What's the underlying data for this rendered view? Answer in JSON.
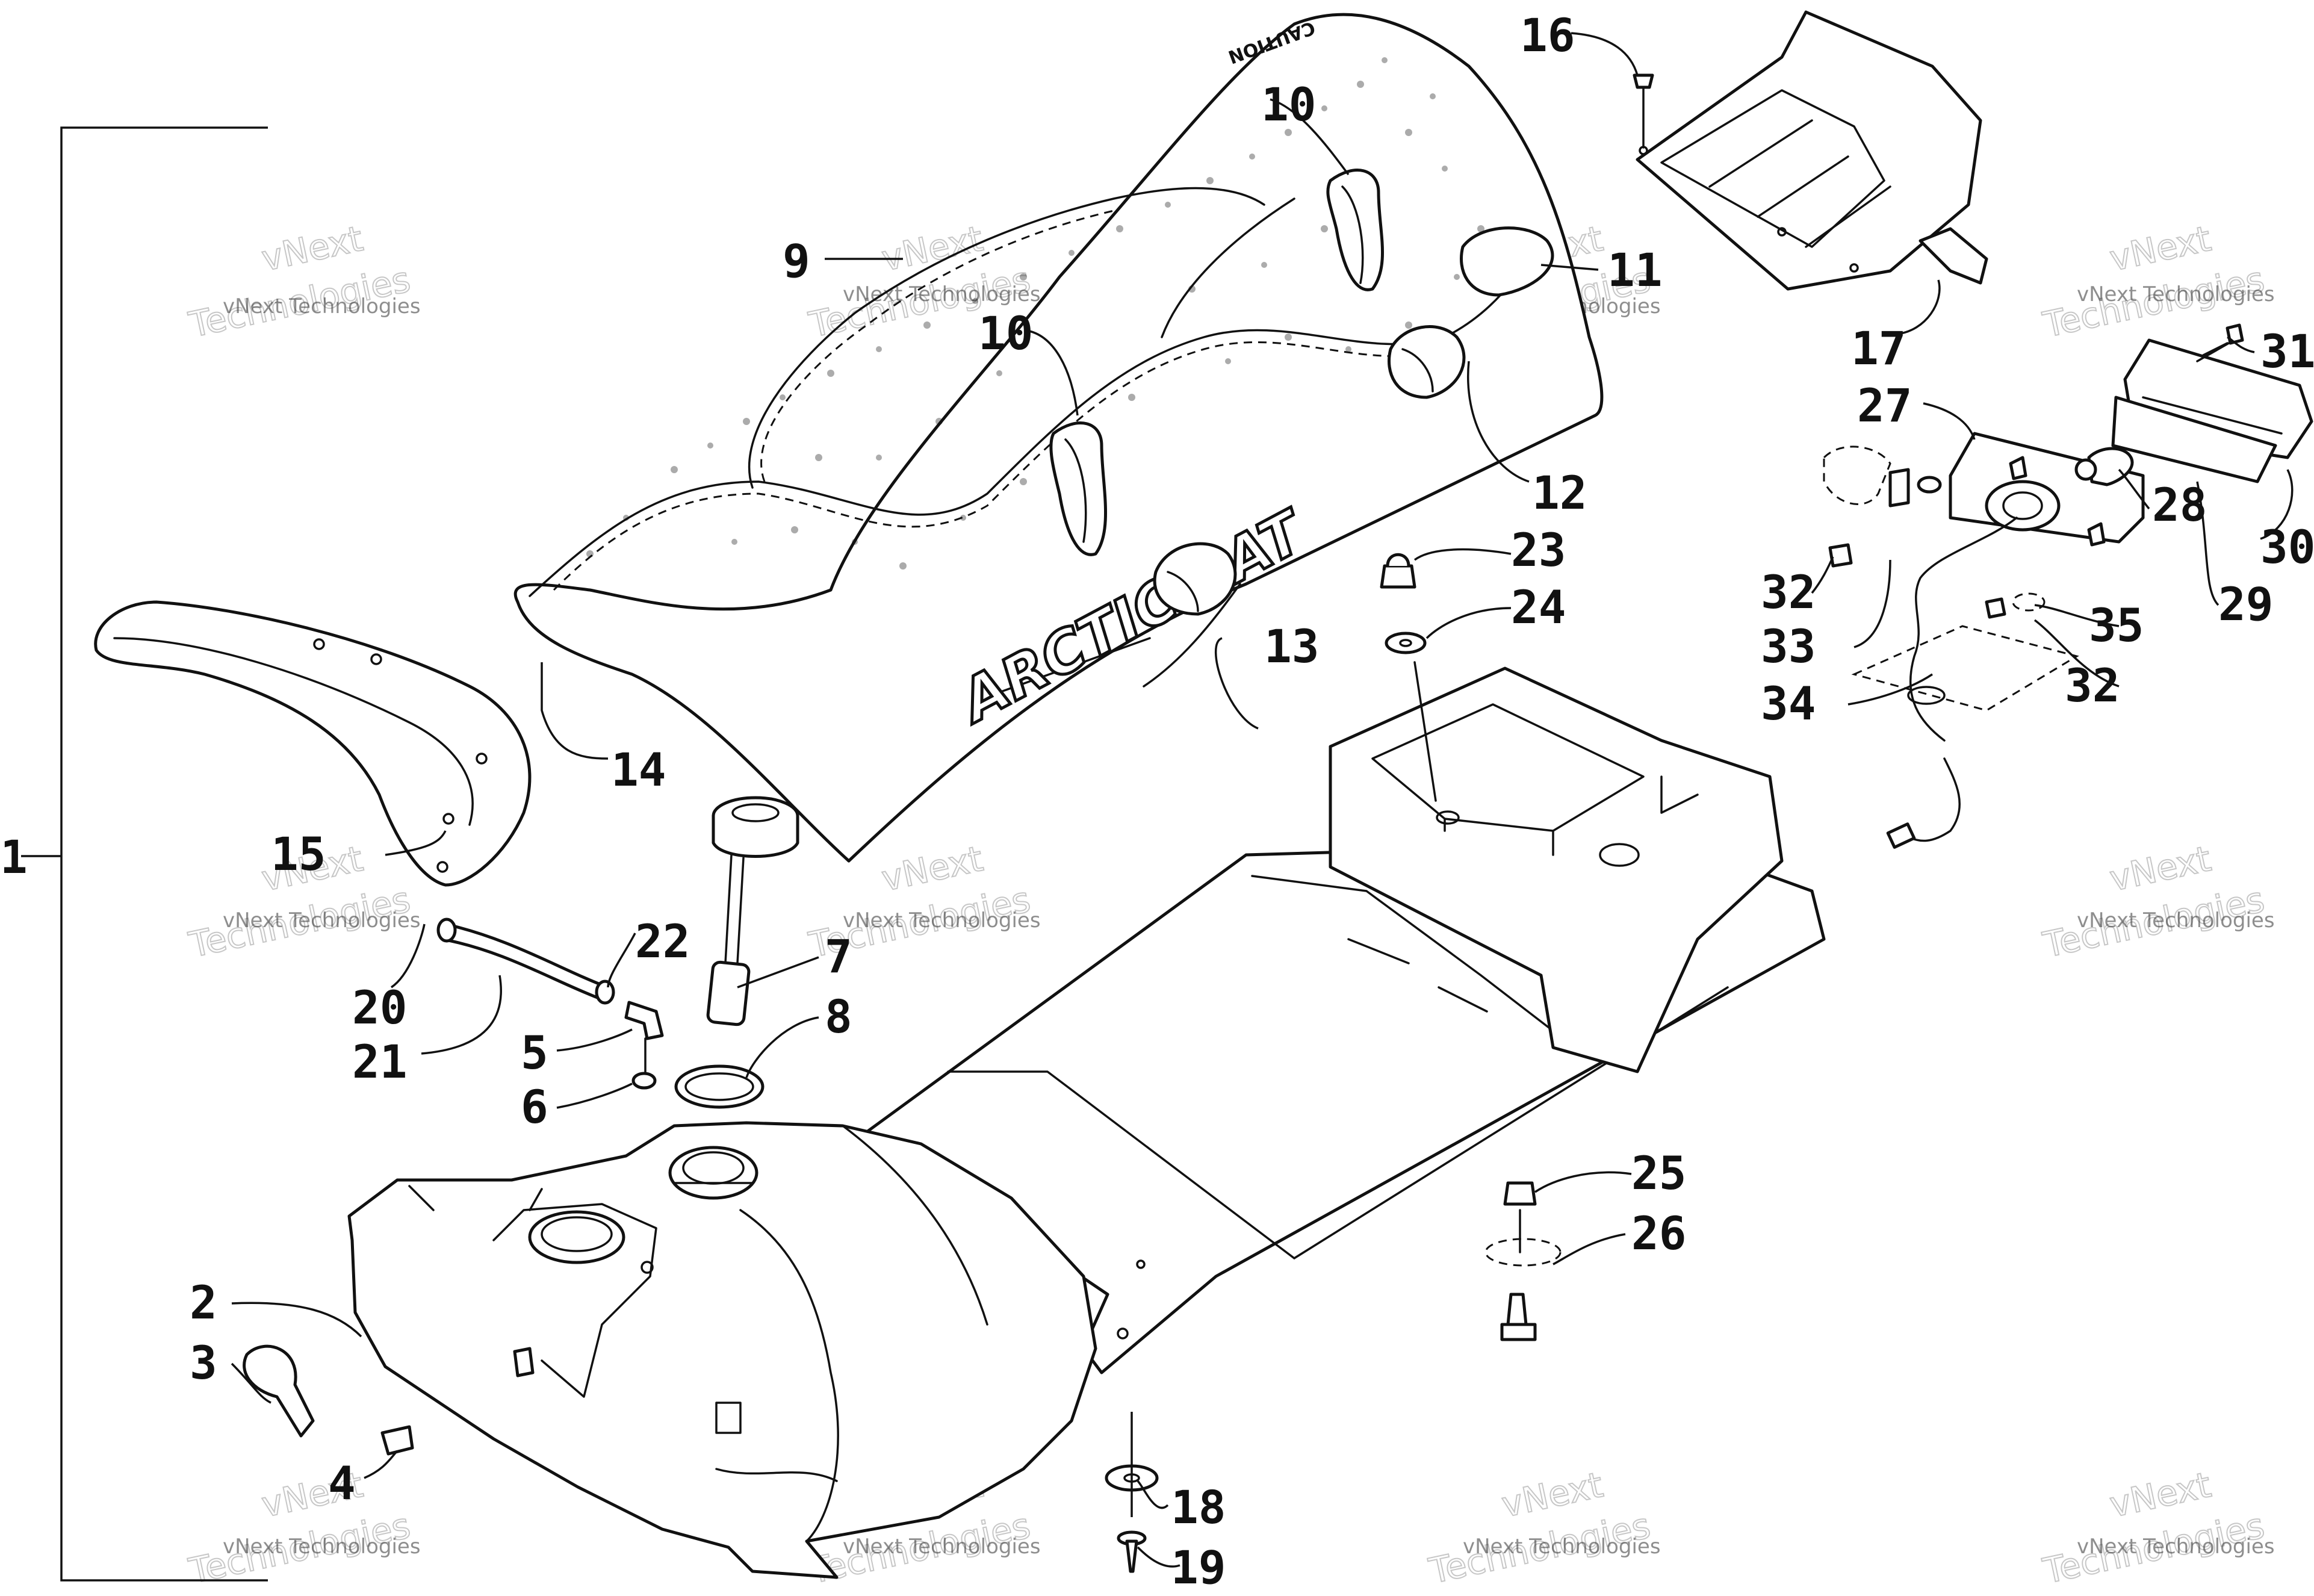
{
  "diagram": {
    "assembly_callout": "1",
    "brand_text": "ARCTIC CAT",
    "caution_text": "CAUTION",
    "watermark": {
      "line1": "vNext Technologies",
      "line2": "vNext",
      "line3": "Technologies"
    },
    "callouts": [
      {
        "id": "c2",
        "label": "2"
      },
      {
        "id": "c3",
        "label": "3"
      },
      {
        "id": "c4",
        "label": "4"
      },
      {
        "id": "c5",
        "label": "5"
      },
      {
        "id": "c6",
        "label": "6"
      },
      {
        "id": "c7",
        "label": "7"
      },
      {
        "id": "c8",
        "label": "8"
      },
      {
        "id": "c9",
        "label": "9"
      },
      {
        "id": "c10a",
        "label": "10"
      },
      {
        "id": "c10b",
        "label": "10"
      },
      {
        "id": "c11",
        "label": "11"
      },
      {
        "id": "c12",
        "label": "12"
      },
      {
        "id": "c13",
        "label": "13"
      },
      {
        "id": "c14",
        "label": "14"
      },
      {
        "id": "c15",
        "label": "15"
      },
      {
        "id": "c16",
        "label": "16"
      },
      {
        "id": "c17",
        "label": "17"
      },
      {
        "id": "c18",
        "label": "18"
      },
      {
        "id": "c19",
        "label": "19"
      },
      {
        "id": "c20",
        "label": "20"
      },
      {
        "id": "c21",
        "label": "21"
      },
      {
        "id": "c22",
        "label": "22"
      },
      {
        "id": "c23",
        "label": "23"
      },
      {
        "id": "c24",
        "label": "24"
      },
      {
        "id": "c25",
        "label": "25"
      },
      {
        "id": "c26",
        "label": "26"
      },
      {
        "id": "c27",
        "label": "27"
      },
      {
        "id": "c28",
        "label": "28"
      },
      {
        "id": "c29",
        "label": "29"
      },
      {
        "id": "c30",
        "label": "30"
      },
      {
        "id": "c31",
        "label": "31"
      },
      {
        "id": "c32a",
        "label": "32"
      },
      {
        "id": "c32b",
        "label": "32"
      },
      {
        "id": "c33",
        "label": "33"
      },
      {
        "id": "c34",
        "label": "34"
      },
      {
        "id": "c35",
        "label": "35"
      }
    ]
  }
}
